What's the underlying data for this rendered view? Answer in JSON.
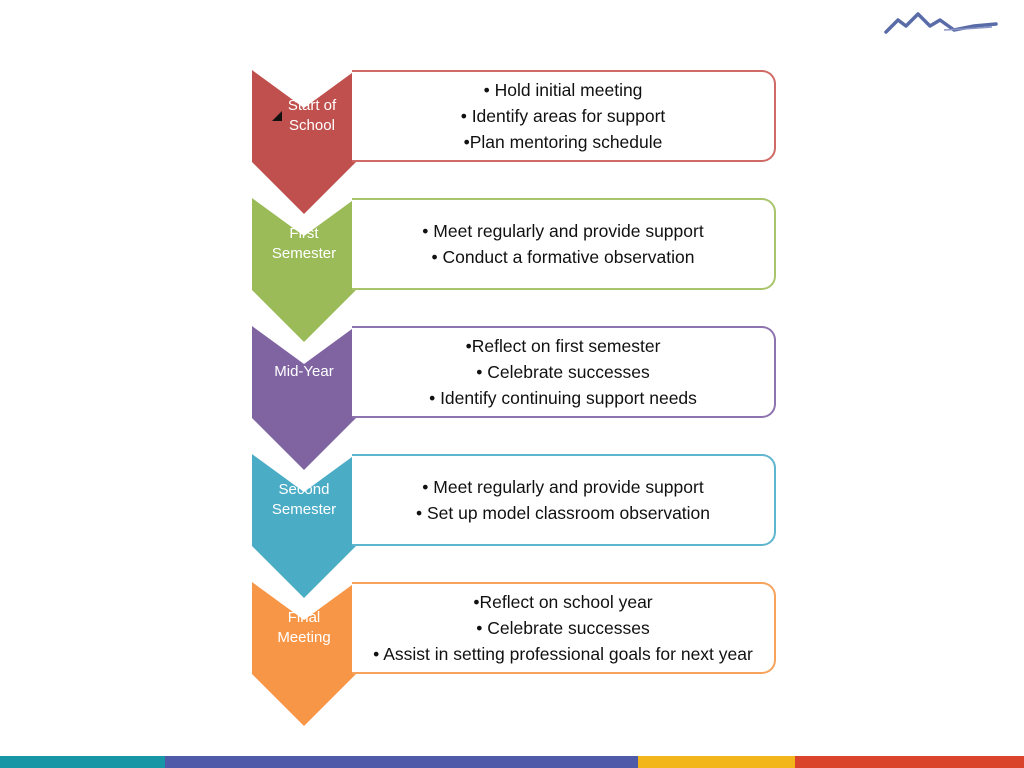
{
  "logo": {
    "icon": "mountain-logo-icon",
    "color": "#5A6CA8"
  },
  "stages": [
    {
      "label": "Start of\nSchool",
      "has_marker": true,
      "fill": "#C0504D",
      "border": "#D06A66",
      "bullets": [
        "• Hold initial meeting",
        "• Identify areas for support",
        "•Plan mentoring schedule"
      ]
    },
    {
      "label": "First\nSemester",
      "has_marker": false,
      "fill": "#9BBB59",
      "border": "#A9C56B",
      "bullets": [
        "• Meet regularly and provide support",
        "• Conduct a formative observation"
      ]
    },
    {
      "label": "Mid-Year",
      "has_marker": false,
      "fill": "#8064A2",
      "border": "#8E74AE",
      "bullets": [
        "•Reflect on first semester",
        "• Celebrate successes",
        "• Identify continuing support needs"
      ]
    },
    {
      "label": "Second\nSemester",
      "has_marker": false,
      "fill": "#4BACC6",
      "border": "#5DB6CE",
      "bullets": [
        "• Meet regularly and provide support",
        "• Set up model classroom observation"
      ]
    },
    {
      "label": "Final\nMeeting",
      "has_marker": false,
      "fill": "#F79646",
      "border": "#F7A35B",
      "bullets": [
        "•Reflect on school year",
        "• Celebrate successes",
        "• Assist in setting professional goals for next year"
      ]
    }
  ],
  "footer_colors": [
    "#1797A6",
    "#4F5BA8",
    "#F2B51A",
    "#D9442B"
  ]
}
